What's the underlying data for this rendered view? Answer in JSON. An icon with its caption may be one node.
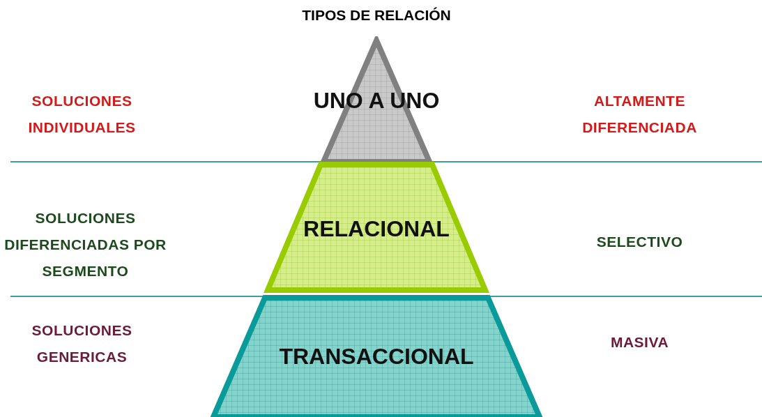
{
  "diagram": {
    "title": "TIPOS DE RELACIÓN",
    "nodes": [
      {
        "text": [
          "UNO A UNO"
        ]
      },
      {
        "text": [
          "RELACIONAL"
        ]
      },
      {
        "text": [
          "TRANSACCIONAL"
        ]
      }
    ],
    "labels": [
      "SOLUCIONES INDIVIDUALES",
      "ALTAMENTE DIFERENCIADA",
      "SOLUCIONES DIFERENCIADAS POR SEGMENTO",
      "SELECTIVO",
      "SOLUCIONES GENERICAS",
      "MASIVA"
    ]
  }
}
